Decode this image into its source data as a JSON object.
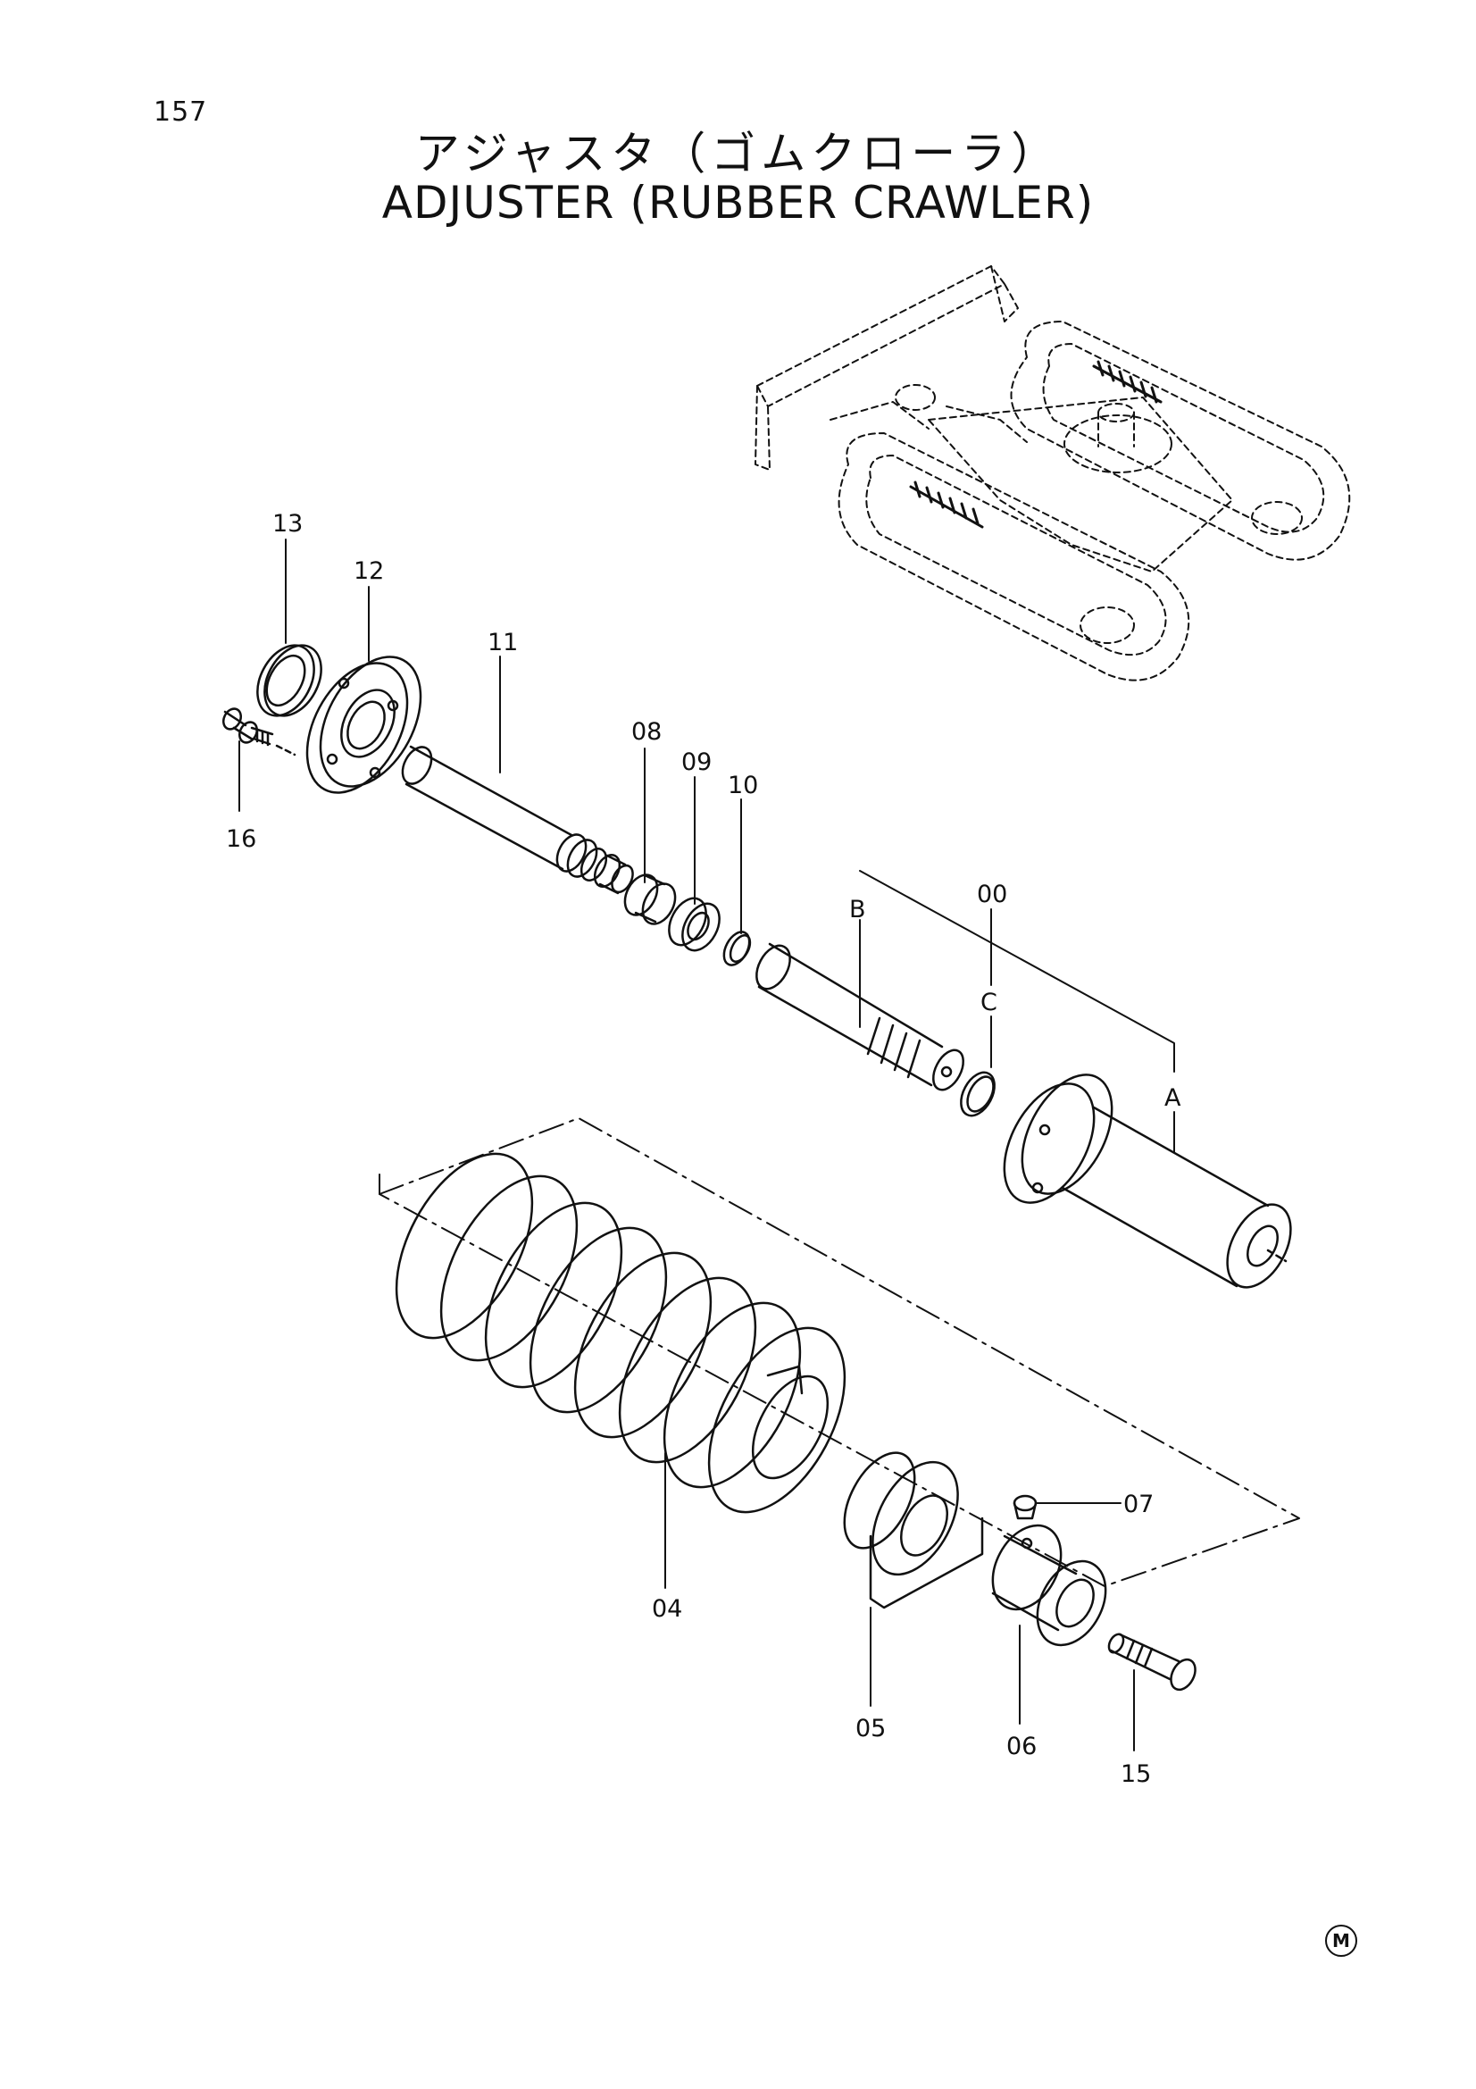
{
  "page": {
    "number": "157",
    "title_ja": "アジャスタ（ゴムクローラ）",
    "title_en": "ADJUSTER (RUBBER CRAWLER)",
    "mark": "M"
  },
  "callouts": {
    "c13": "13",
    "c12": "12",
    "c11": "11",
    "c16": "16",
    "c08": "08",
    "c09": "09",
    "c10": "10",
    "c00": "00",
    "cB": "B",
    "cC": "C",
    "cA": "A",
    "c07": "07",
    "c04": "04",
    "c05": "05",
    "c06": "06",
    "c15": "15"
  }
}
